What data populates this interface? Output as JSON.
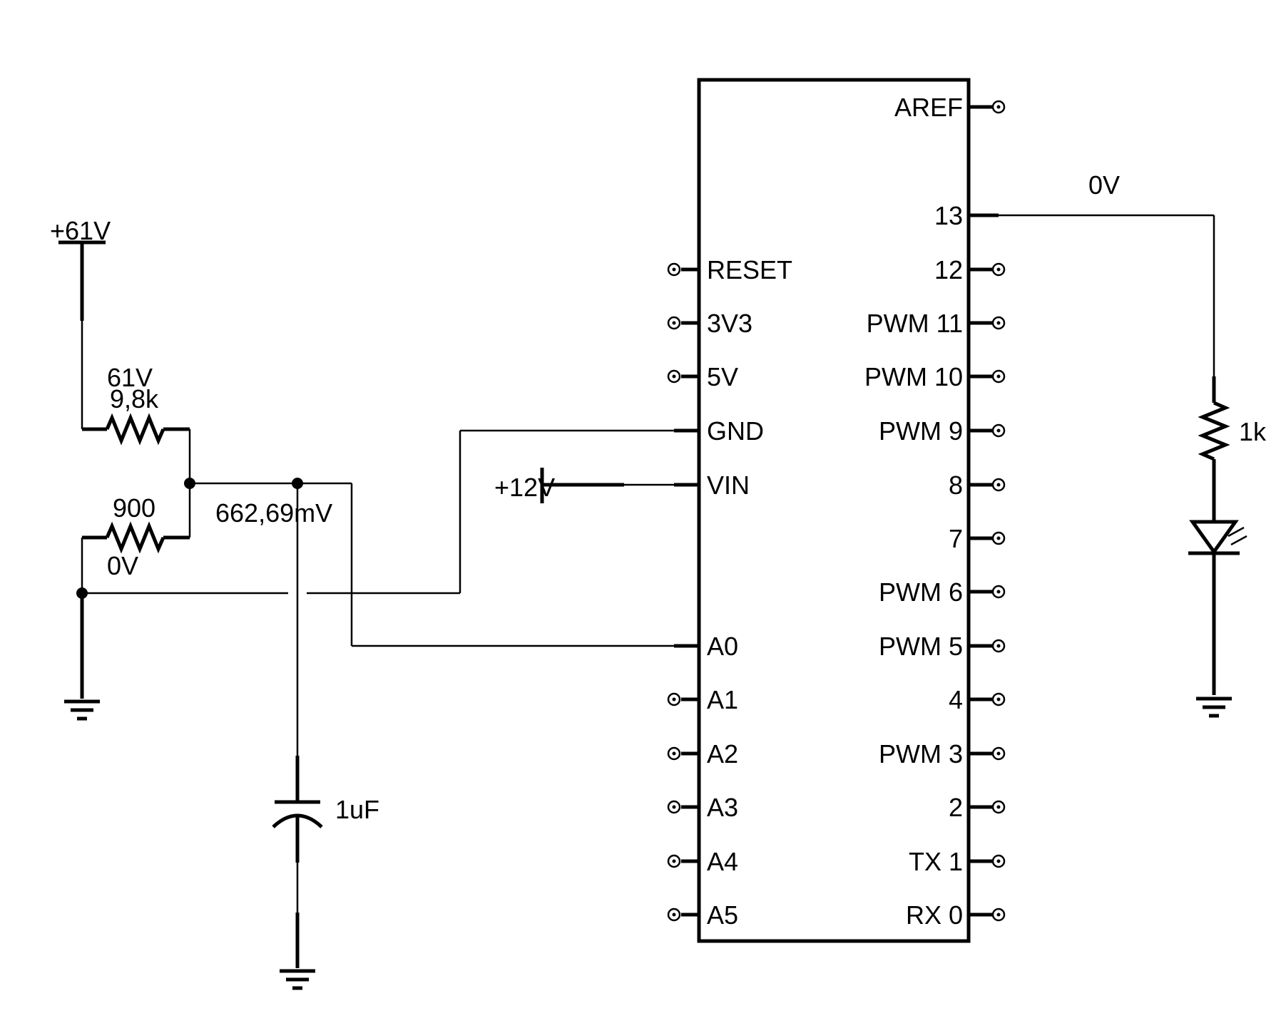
{
  "arduino": {
    "right_pins": [
      "AREF",
      "13",
      "12",
      "PWM 11",
      "PWM 10",
      "PWM 9",
      "8",
      "7",
      "PWM 6",
      "PWM 5",
      "4",
      "PWM 3",
      "2",
      "TX 1",
      "RX 0"
    ],
    "left_pins": [
      "RESET",
      "3V3",
      "5V",
      "GND",
      "VIN",
      "A0",
      "A1",
      "A2",
      "A3",
      "A4",
      "A5"
    ]
  },
  "supply": {
    "label": "+61V"
  },
  "r1": {
    "voltage": "61V",
    "value": "9,8k"
  },
  "r2": {
    "value": "900",
    "voltage": "0V"
  },
  "divider_node": {
    "voltage": "662,69mV"
  },
  "capacitor": {
    "value": "1uF"
  },
  "vin_supply": {
    "label": "+12V"
  },
  "pin13_net": {
    "voltage": "0V"
  },
  "led_resistor": {
    "value": "1k"
  }
}
